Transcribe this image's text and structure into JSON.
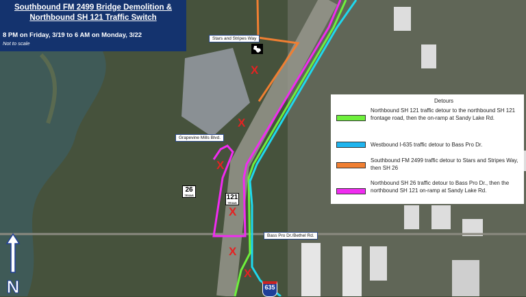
{
  "header": {
    "title_line1": "Southbound FM 2499 Bridge Demolition &",
    "title_line2": "Northbound SH 121 Traffic Switch",
    "dates": "8 PM on Friday, 3/19 to 6 AM on Monday, 3/22",
    "scale_note": "Not to scale"
  },
  "labels": {
    "stars_stripes": "Stars and Stripes Way",
    "grapevine_mills": "Grapevine Mills Blvd.",
    "bass_pro": "Bass Pro Dr./Bethel Rd."
  },
  "shields": {
    "sh26": {
      "number": "26",
      "state": "TEXAS"
    },
    "sh121": {
      "number": "121",
      "state": "TEXAS"
    },
    "i635": {
      "number": "635"
    }
  },
  "legend": {
    "title": "Detours",
    "items": [
      {
        "color": "#6ef03c",
        "text": "Northbound SH 121 traffic detour to the northbound SH 121 frontage road, then the on-ramp at Sandy Lake Rd."
      },
      {
        "color": "#1fb4ee",
        "text": "Westbound I-635 traffic detour to Bass Pro Dr."
      },
      {
        "color": "#f07f32",
        "text": "Southbound FM 2499 traffic detour to Stars and Stripes Way, then SH 26"
      },
      {
        "color": "#f02cf0",
        "text": "Northbound SH 26 traffic detour to Bass Pro Dr., then the northbound SH 121 on-ramp at Sandy Lake Rd."
      }
    ]
  },
  "closure_marker": "X",
  "north_label": "N",
  "icons": {
    "closure": "red-x-icon",
    "north": "north-arrow-icon",
    "texdot": "texas-logo-icon"
  }
}
